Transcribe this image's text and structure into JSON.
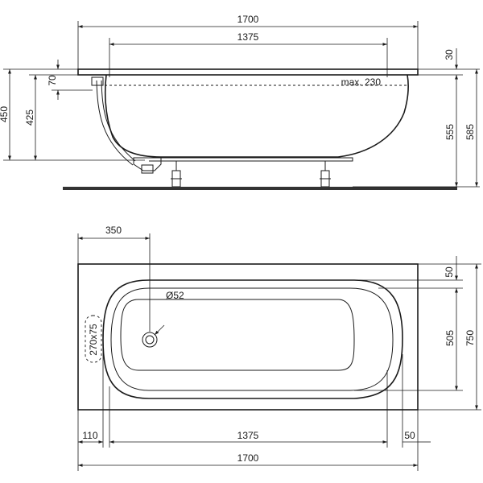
{
  "side_view": {
    "overall_length": "1700",
    "inner_length": "1375",
    "rim_thickness": "30",
    "rim_drop": "70",
    "max_depth_label": "max. 230",
    "height_total": "450",
    "height_to_base": "425",
    "height_right": "555",
    "height_right_total": "585"
  },
  "top_view": {
    "drain_offset": "350",
    "drain_diameter": "Ø52",
    "overflow_size": "270x75",
    "rim_top": "50",
    "inner_width": "505",
    "overall_width": "750",
    "left_margin": "110",
    "inner_length": "1375",
    "right_margin": "50",
    "overall_length": "1700"
  }
}
